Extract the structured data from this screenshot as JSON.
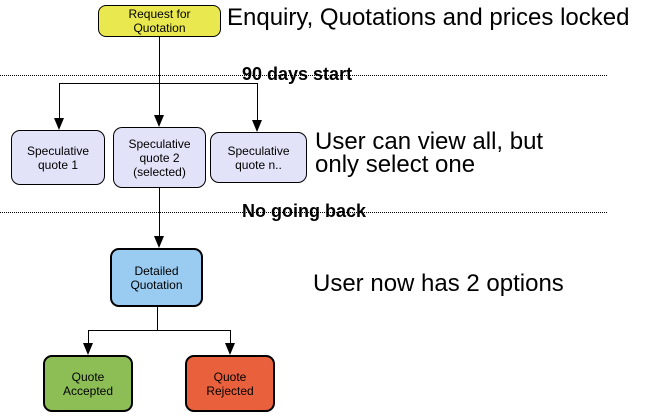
{
  "diagram": {
    "title_hint": "quotation-workflow-flowchart",
    "nodes": {
      "request": {
        "label": "Request for\nQuotation",
        "fill": "#E9E84F"
      },
      "spec1": {
        "label": "Speculative\nquote 1",
        "fill": "#E2E2F8"
      },
      "spec2": {
        "label": "Speculative\nquote 2\n(selected)",
        "fill": "#E2E2F8"
      },
      "specn": {
        "label": "Speculative\nquote n..",
        "fill": "#E2E2F8"
      },
      "detailed": {
        "label": "Detailed\nQuotation",
        "fill": "#9ACBF1"
      },
      "accepted": {
        "label": "Quote\nAccepted",
        "fill": "#8DBE56"
      },
      "rejected": {
        "label": "Quote\nRejected",
        "fill": "#E8603C"
      }
    },
    "dividers": {
      "d1": {
        "label": "90 days start"
      },
      "d2": {
        "label": "No going back"
      }
    },
    "annotations": {
      "a1": {
        "text": "Enquiry, Quotations and prices locked"
      },
      "a2": {
        "text": "User can view all, but\nonly select one"
      },
      "a3": {
        "text": "User now has 2 options"
      }
    },
    "colors": {
      "line": "#000000",
      "background": "#ffffff",
      "text": "#000000"
    }
  }
}
